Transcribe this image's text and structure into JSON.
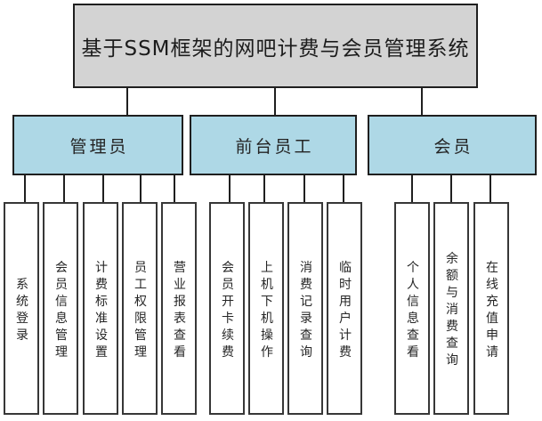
{
  "diagram": {
    "title": "基于SSM框架的网吧计费与会员管理系统",
    "colors": {
      "title_fill": "#d3d3d3",
      "branch_fill": "#aed8e6",
      "leaf_fill": "#ffffff",
      "border_dark": "#1f1f1f",
      "border_leaf": "#373737",
      "connector": "#1f1f1f",
      "canvas_bg": "#ffffff"
    },
    "branches": [
      {
        "label": "管理员",
        "children": [
          "系统登录",
          "会员信息管理",
          "计费标准设置",
          "员工权限管理",
          "营业报表查看"
        ]
      },
      {
        "label": "前台员工",
        "children": [
          "会员开卡续费",
          "上机下机操作",
          "消费记录查询",
          "临时用户计费"
        ]
      },
      {
        "label": "会员",
        "children": [
          "个人信息查看",
          "余额与消费查询",
          "在线充值申请"
        ]
      }
    ]
  }
}
